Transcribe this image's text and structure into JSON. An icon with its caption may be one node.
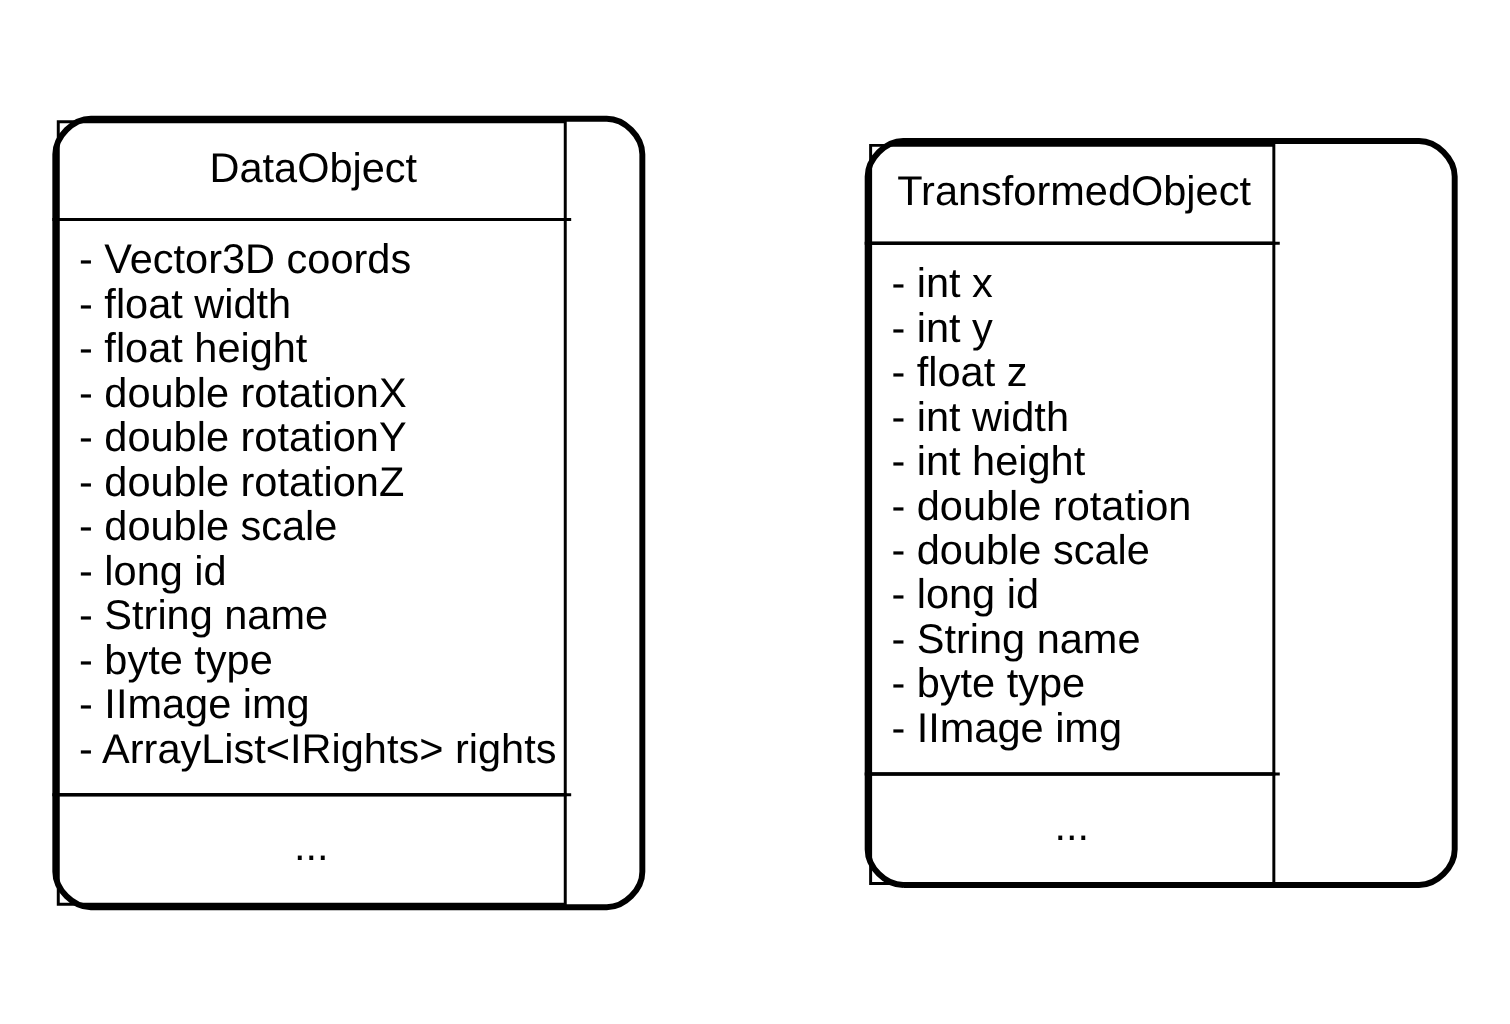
{
  "diagram": {
    "nodes": [
      {
        "text": [
          "DataObject",
          "- Vector3D coords",
          "- float width",
          "- float height",
          "- double rotationX",
          "- double rotationY",
          "- double rotationZ",
          "- double scale",
          "- long id",
          "- String name",
          "- byte type",
          "- IImage img",
          "- ArrayList<IRights> rights",
          "..."
        ]
      },
      {
        "text": [
          "TransformedObject",
          "- int x",
          "- int y",
          "- float z",
          "- int width",
          "- int height",
          "- double rotation",
          "- double scale",
          "- long id",
          "- String name",
          "- byte type",
          "- IImage img",
          "..."
        ]
      }
    ],
    "edges": []
  }
}
